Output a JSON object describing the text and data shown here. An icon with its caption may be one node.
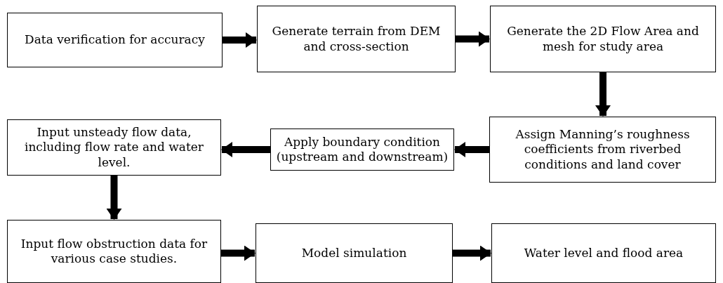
{
  "diagram": {
    "nodes": [
      {
        "text": [
          "Data verification for accuracy"
        ]
      },
      {
        "text": [
          "Generate terrain from DEM and cross-section"
        ]
      },
      {
        "text": [
          "Generate the 2D Flow Area and mesh for study area"
        ]
      },
      {
        "text": [
          "Assign Manning’s roughness coefficients from riverbed conditions and land cover"
        ]
      },
      {
        "text": [
          "Apply boundary condition (upstream and downstream)"
        ]
      },
      {
        "text": [
          "Input unsteady flow data, including flow rate and water level."
        ]
      },
      {
        "text": [
          "Input flow obstruction data for various case studies."
        ]
      },
      {
        "text": [
          "Model simulation"
        ]
      },
      {
        "text": [
          "Water level and flood area"
        ]
      }
    ],
    "edges": [
      {
        "from": 0,
        "to": 1,
        "arrow": "to"
      },
      {
        "from": 1,
        "to": 2,
        "arrow": "to"
      },
      {
        "from": 2,
        "to": 3,
        "arrow": "to"
      },
      {
        "from": 3,
        "to": 4,
        "arrow": "to"
      },
      {
        "from": 4,
        "to": 5,
        "arrow": "to"
      },
      {
        "from": 5,
        "to": 6,
        "arrow": "to"
      },
      {
        "from": 6,
        "to": 7,
        "arrow": "to"
      },
      {
        "from": 7,
        "to": 8,
        "arrow": "to"
      }
    ]
  }
}
